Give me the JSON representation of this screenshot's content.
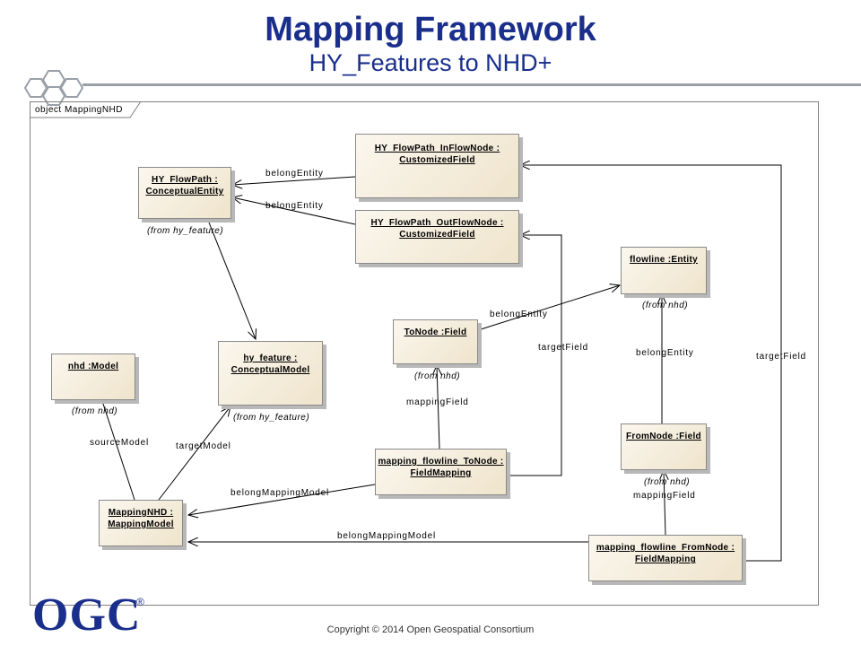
{
  "title": "Mapping Framework",
  "subtitle": "HY_Features to NHD+",
  "frame_label": "object MappingNHD",
  "nodes": {
    "hy_flowpath": {
      "line1": "HY_FlowPath :",
      "line2": "ConceptualEntity",
      "from": "(from hy_feature)"
    },
    "inflow": {
      "line1": "HY_FlowPath_InFlowNode :",
      "line2": "CustomizedField"
    },
    "outflow": {
      "line1": "HY_FlowPath_OutFlowNode :",
      "line2": "CustomizedField"
    },
    "flowline": {
      "line1": "flowline :Entity",
      "from": "(from nhd)"
    },
    "tonode": {
      "line1": "ToNode :Field",
      "from": "(from nhd)"
    },
    "nhd_model": {
      "line1": "nhd :Model",
      "from": "(from nhd)"
    },
    "hy_feature": {
      "line1": "hy_feature :",
      "line2": "ConceptualModel",
      "from": "(from hy_feature)"
    },
    "fromnode": {
      "line1": "FromNode :Field",
      "from": "(from nhd)"
    },
    "map_tonode": {
      "line1": "mapping_flowline_ToNode :",
      "line2": "FieldMapping"
    },
    "mappingnhd": {
      "line1": "MappingNHD :",
      "line2": "MappingModel"
    },
    "map_fromnode": {
      "line1": "mapping_flowline_FromNode :",
      "line2": "FieldMapping"
    }
  },
  "labels": {
    "belong_entity_1": "belongEntity",
    "belong_entity_2": "belongEntity",
    "belong_entity_3": "belongEntity",
    "belong_entity_4": "belongEntity",
    "target_field_1": "targetField",
    "target_field_2": "targetField",
    "mapping_field_1": "mappingField",
    "mapping_field_2": "mappingField",
    "source_model": "sourceModel",
    "target_model": "targetModel",
    "belong_mapping_model_1": "belongMappingModel",
    "belong_mapping_model_2": "belongMappingModel"
  },
  "logo": {
    "text": "OGC",
    "registered": "®"
  },
  "copyright": "Copyright © 2014 Open Geospatial Consortium",
  "colors": {
    "title": "#1a2e8c",
    "node_fill": "#f3ead7",
    "line": "#000000"
  }
}
